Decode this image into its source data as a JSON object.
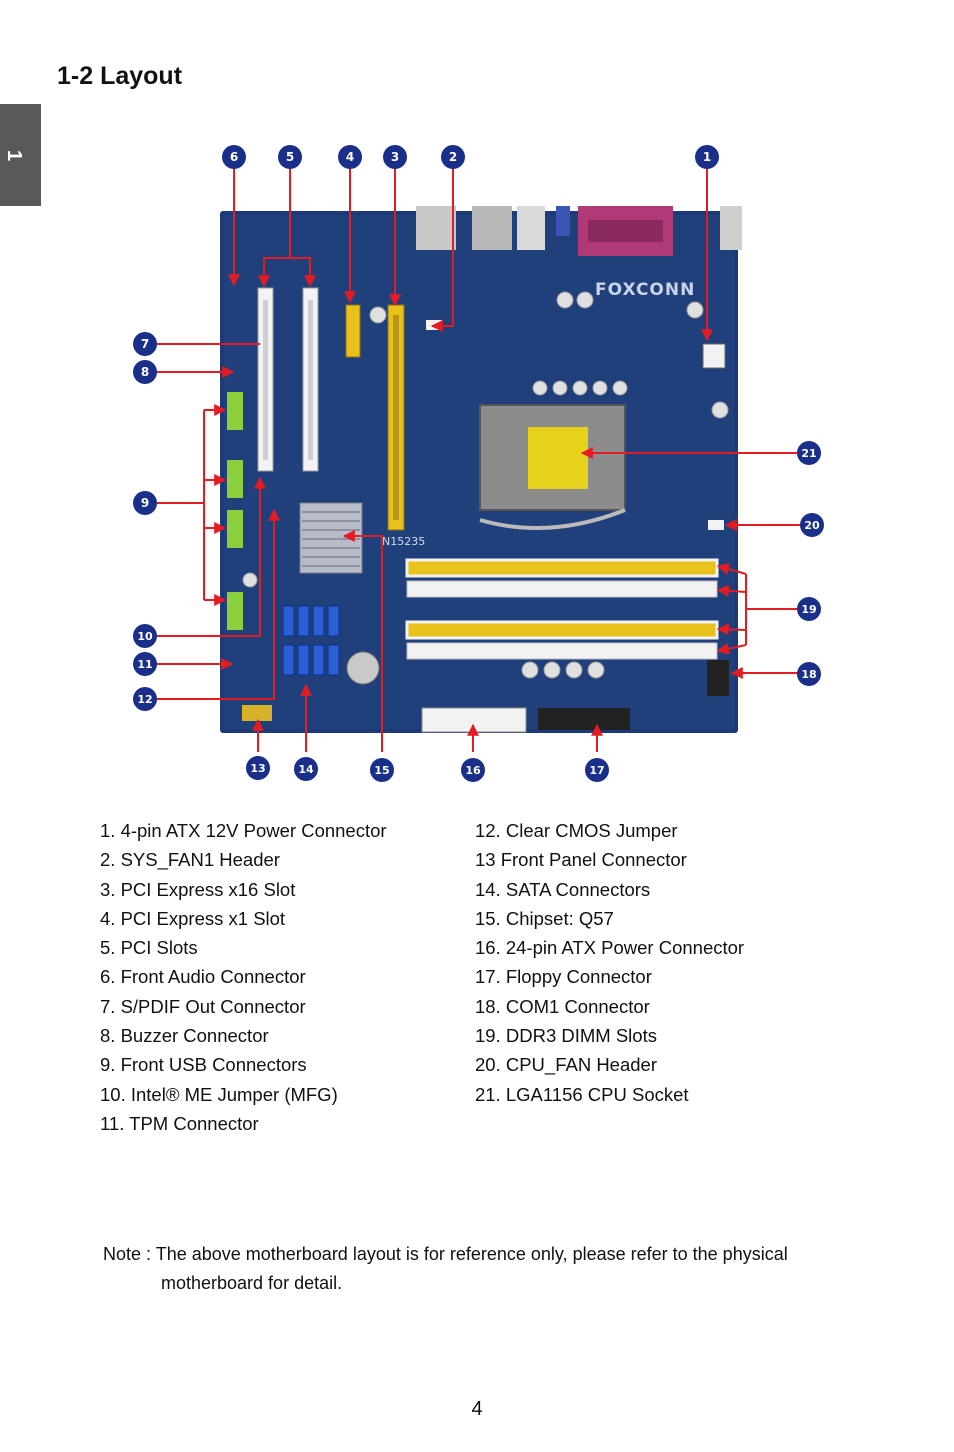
{
  "side_tab": "1",
  "title": "1-2 Layout",
  "callouts": [
    "1",
    "2",
    "3",
    "4",
    "5",
    "6",
    "7",
    "8",
    "9",
    "10",
    "11",
    "12",
    "13",
    "14",
    "15",
    "16",
    "17",
    "18",
    "19",
    "20",
    "21"
  ],
  "board_labels": {
    "brand": "FOXCONN",
    "model": "N15235"
  },
  "legend_left": [
    "1. 4-pin ATX 12V Power Connector",
    "2. SYS_FAN1 Header",
    "3. PCI Express x16 Slot",
    "4. PCI Express x1 Slot",
    "5. PCI Slots",
    "6. Front Audio Connector",
    "7. S/PDIF Out Connector",
    "8. Buzzer Connector",
    "9. Front USB Connectors",
    "10. Intel® ME Jumper (MFG)",
    "11. TPM Connector"
  ],
  "legend_right": [
    "12. Clear CMOS Jumper",
    "13 Front Panel Connector",
    "14. SATA Connectors",
    "15. Chipset: Q57",
    "16. 24-pin ATX Power Connector",
    "17. Floppy Connector",
    "18. COM1 Connector",
    "19. DDR3 DIMM Slots",
    "20. CPU_FAN Header",
    "21. LGA1156 CPU Socket"
  ],
  "note": {
    "line1": "Note : The above motherboard layout is for reference only, please refer to the physical",
    "line2": "motherboard for detail."
  },
  "page_number": "4",
  "colors": {
    "board": "#1d3a78",
    "callout": "#1a2f8a",
    "arrow": "#e31b23",
    "slot_white": "#f2f2f2",
    "slot_yellow": "#e8c21a",
    "connector_green": "#8ccf3c",
    "sata_blue": "#2a5fd8"
  }
}
